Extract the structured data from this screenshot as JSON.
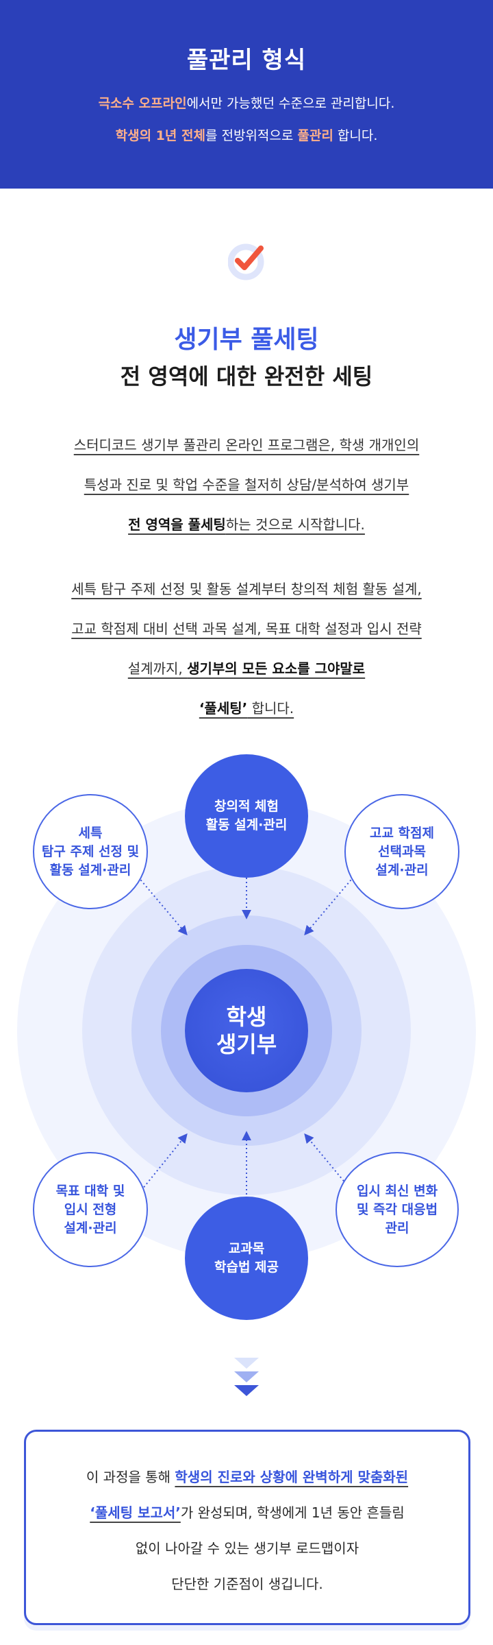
{
  "hero": {
    "title": "풀관리 형식",
    "line1_hl": "극소수 오프라인",
    "line1_rest": "에서만 가능했던 수준으로 관리합니다.",
    "line2_hl1": "학생의 1년 전체",
    "line2_mid": "를 전방위적으로 ",
    "line2_hl2": "풀관리",
    "line2_end": " 합니다."
  },
  "section": {
    "icon": "check-icon",
    "title": "생기부 풀세팅",
    "subtitle": "전 영역에 대한 완전한 세팅"
  },
  "para1": {
    "line1": "스터디코드 생기부 풀관리 온라인 프로그램은, 학생 개개인의",
    "line2": "특성과 진로 및 학업 수준을 철저히 상담/분석하여 생기부",
    "line3_bold": "전 영역을 풀세팅",
    "line3_rest": "하는 것으로 시작합니다."
  },
  "para2": {
    "line1": "세특 탐구 주제 선정 및 활동 설계부터 창의적 체험 활동 설계,",
    "line2": "고교 학점제 대비 선택 과목 설계, 목표 대학 설정과 입시 전략",
    "line3_plain": "설계까지, ",
    "line3_bold": "생기부의 모든 요소를 그야말로",
    "line4_bold": "‘풀세팅’",
    "line4_rest": " 합니다."
  },
  "diagram": {
    "core_line1": "학생",
    "core_line2": "생기부",
    "nodes": {
      "top": [
        "창의적 체험",
        "활동 설계·관리"
      ],
      "top_left": [
        "세특",
        "탐구 주제 선정 및",
        "활동 설계·관리"
      ],
      "top_right": [
        "고교 학점제",
        "선택과목",
        "설계·관리"
      ],
      "bottom_left": [
        "목표 대학 및",
        "입시 전형",
        "설계·관리"
      ],
      "bottom": [
        "교과목",
        "학습법 제공"
      ],
      "bottom_right": [
        "입시 최신 변화",
        "및 즉각 대응법",
        "관리"
      ]
    },
    "colors": {
      "primary": "#3d5de4",
      "ring_outer": "#f0f3fe",
      "ring_mid": "#e0e6fc",
      "ring_inner": "#c9d3f9",
      "ring_core": "#a9b8f5"
    }
  },
  "chevrons": {
    "icon": "chevron-down-icon"
  },
  "box": {
    "line1_plain": "이 과정을 통해 ",
    "line1_bold": "학생의 진로와 상황에 완벽하게 맞춤화된",
    "line2_bold": "‘풀세팅 보고서’",
    "line2_rest": "가 완성되며, 학생에게 1년 동안 흔들림",
    "line3": "없이 나아갈 수 있는 생기부 로드맵이자",
    "line4": "단단한 기준점이 생깁니다."
  }
}
